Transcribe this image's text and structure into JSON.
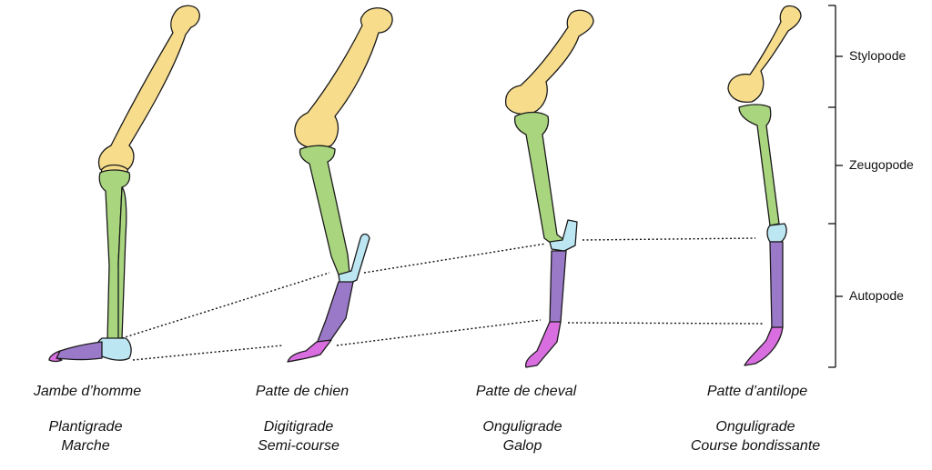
{
  "colors": {
    "stylopode": "#f7dc8c",
    "zeugopode": "#a9d57f",
    "autopode_carpal": "#bce6f2",
    "autopode_metapodial": "#9b79c9",
    "autopode_phalanges": "#d96ee0",
    "outline": "#1a1a1a"
  },
  "segments": [
    {
      "label": "Stylopode"
    },
    {
      "label": "Zeugopode"
    },
    {
      "label": "Autopode"
    }
  ],
  "limbs": [
    {
      "name": "Jambe d’homme",
      "type": "Plantigrade",
      "gait": "Marche"
    },
    {
      "name": "Patte de chien",
      "type": "Digitigrade",
      "gait": "Semi-course"
    },
    {
      "name": "Patte de cheval",
      "type": "Onguligrade",
      "gait": "Galop"
    },
    {
      "name": "Patte d’antilope",
      "type": "Onguligrade",
      "gait": "Course bondissante"
    }
  ]
}
